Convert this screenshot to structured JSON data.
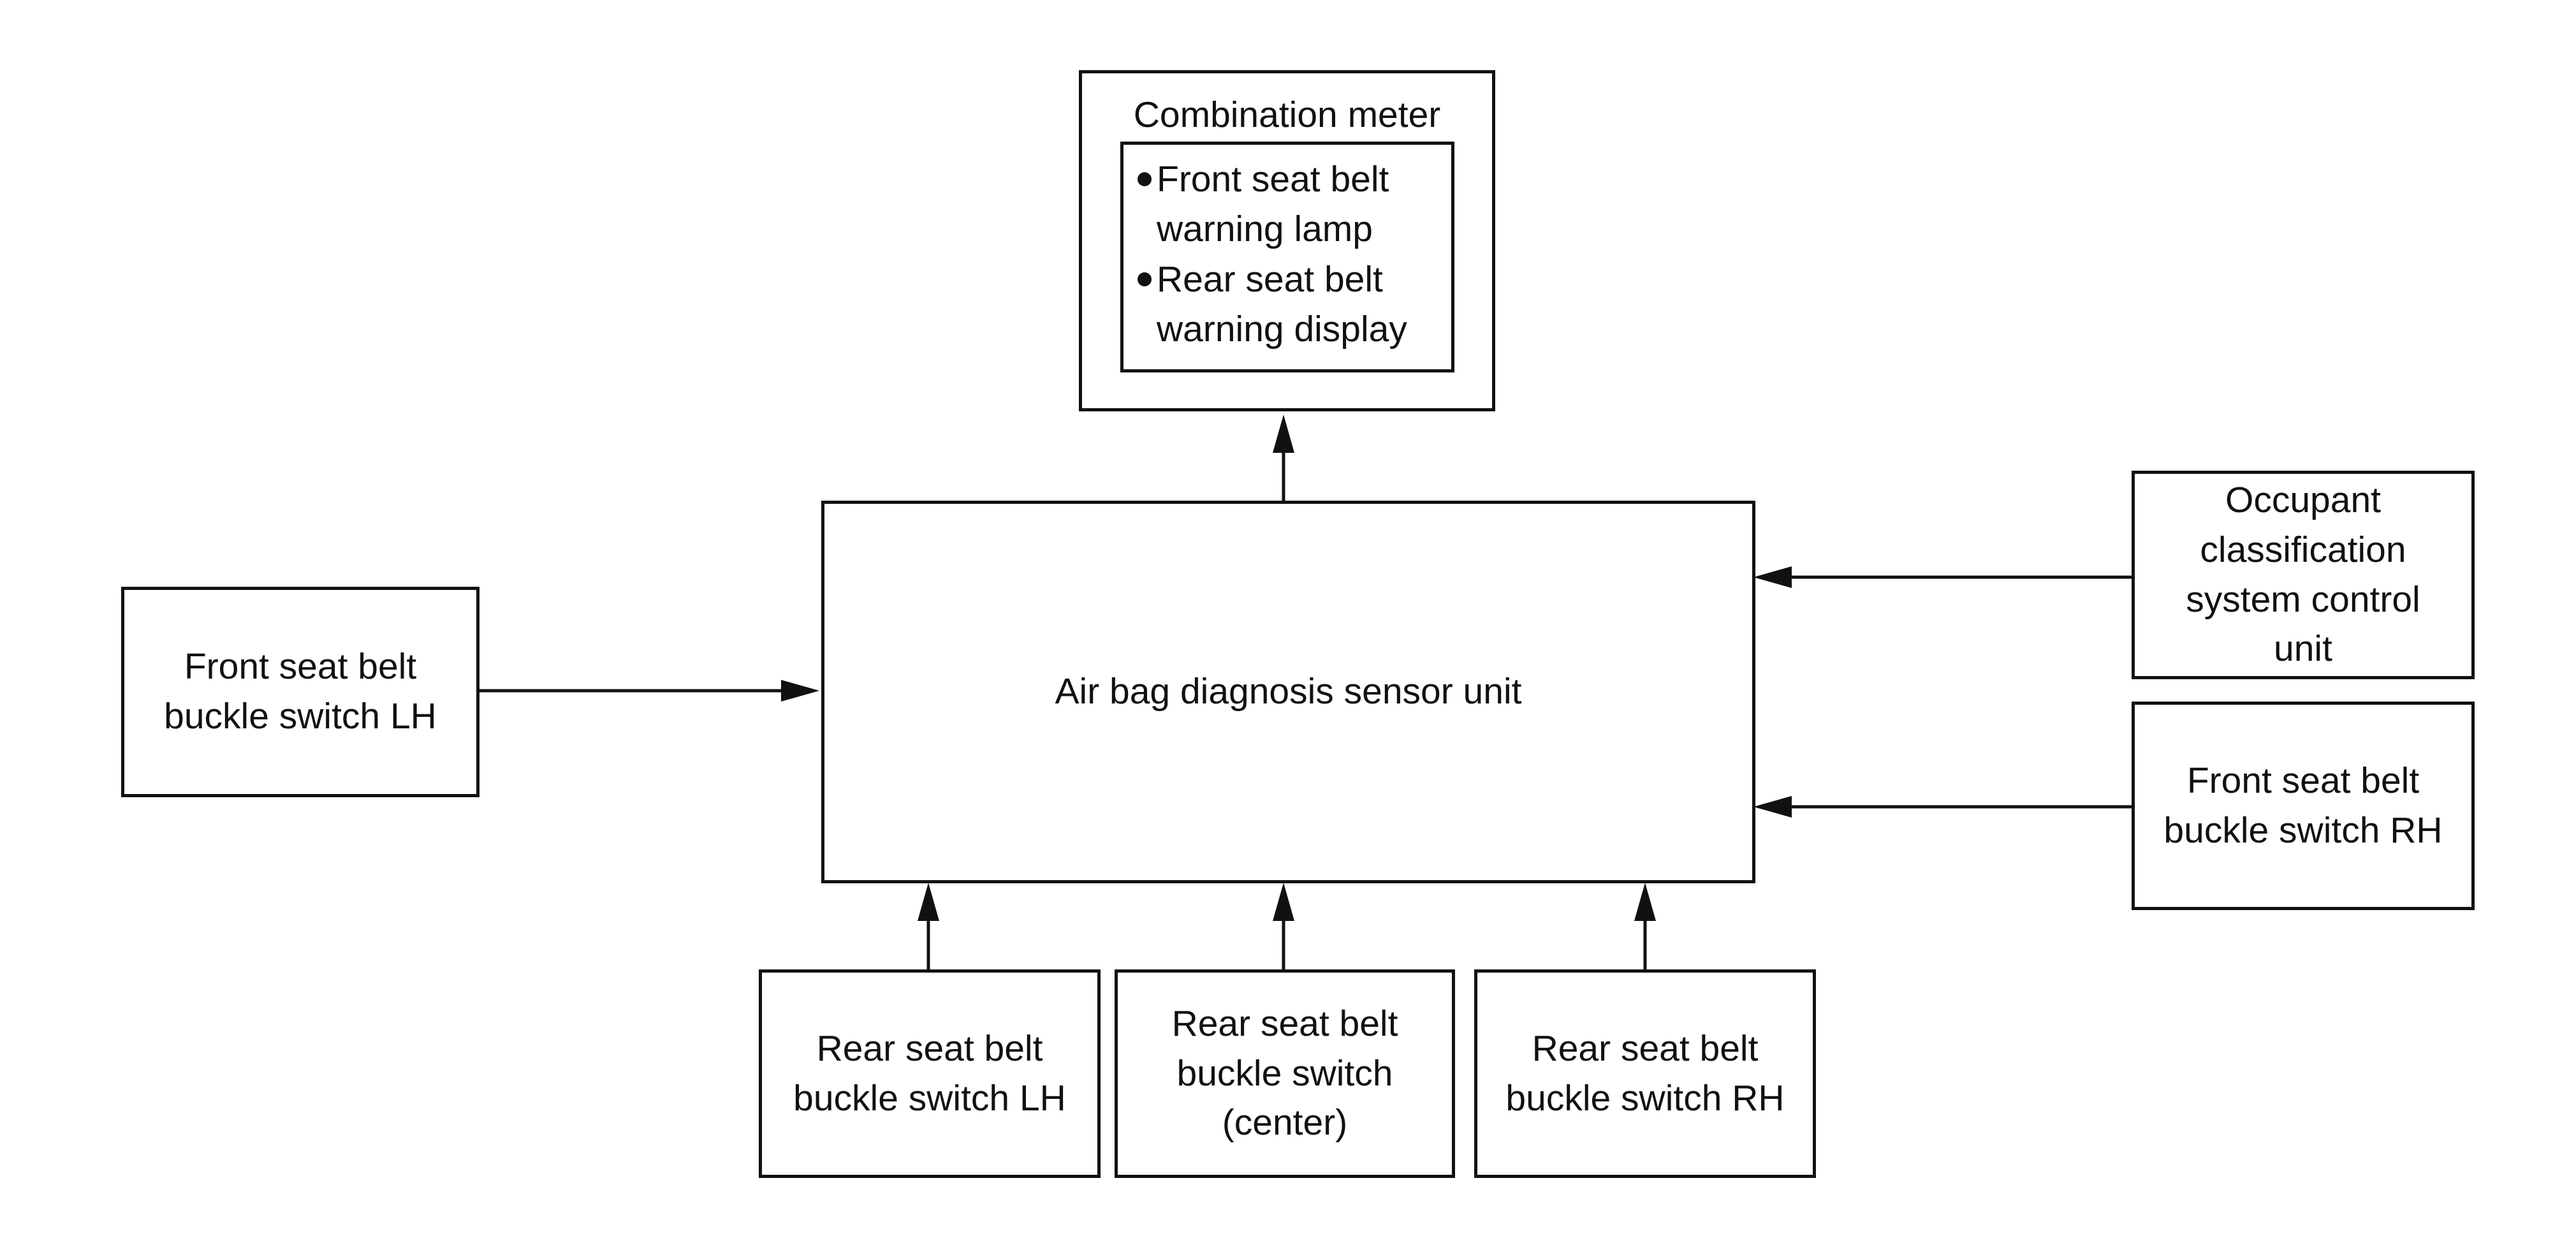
{
  "diagram": {
    "combination_meter": {
      "title": "Combination meter",
      "items": [
        "Front seat belt\nwarning lamp",
        "Rear seat belt\nwarning display"
      ]
    },
    "sensor_unit": {
      "label": "Air bag diagnosis sensor unit"
    },
    "front_lh": {
      "label": "Front seat belt\nbuckle switch LH"
    },
    "occupant": {
      "label": "Occupant\nclassification\nsystem control\nunit"
    },
    "front_rh": {
      "label": "Front seat belt\nbuckle switch RH"
    },
    "rear_lh": {
      "label": "Rear seat belt\nbuckle switch LH"
    },
    "rear_center": {
      "label": "Rear seat belt\nbuckle switch\n(center)"
    },
    "rear_rh": {
      "label": "Rear seat belt\nbuckle switch RH"
    }
  }
}
